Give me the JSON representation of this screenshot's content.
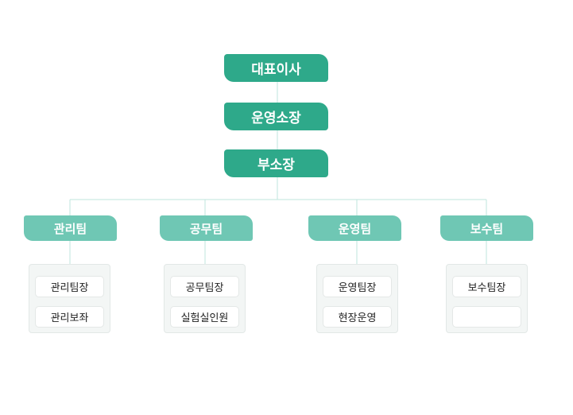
{
  "org": {
    "executives": [
      {
        "name": "대표이사"
      },
      {
        "name": "운영소장"
      },
      {
        "name": "부소장"
      }
    ],
    "teams": [
      {
        "name": "관리팀",
        "members": [
          "관리팀장",
          "관리보좌"
        ]
      },
      {
        "name": "공무팀",
        "members": [
          "공무팀장",
          "실험실인원"
        ]
      },
      {
        "name": "운영팀",
        "members": [
          "운영팀장",
          "현장운영"
        ]
      },
      {
        "name": "보수팀",
        "members": [
          "보수팀장",
          ""
        ]
      }
    ]
  },
  "colors": {
    "executive": "#2ea98a",
    "team": "#6fc7b4",
    "connector": "#bfe6dd",
    "group_bg": "#f3f6f5"
  }
}
